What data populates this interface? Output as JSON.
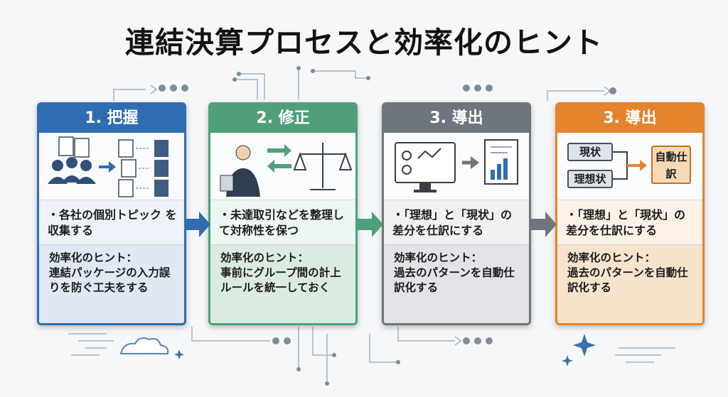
{
  "title": "連結決算プロセスと効率化のヒント",
  "steps": [
    {
      "header": "1. 把握",
      "bullet": "・各社の個別トピック を収集する",
      "hint_title": "効率化のヒント：",
      "hint_body": "連結パッケージの入力誤りを防ぐ工夫をする",
      "color": "#2f6db3"
    },
    {
      "header": "2. 修正",
      "bullet": "・未達取引などを整理して対称性を保つ",
      "hint_title": "効率化のヒント：",
      "hint_body": "事前にグループ間の計上ルールを統一しておく",
      "color": "#4fa07a"
    },
    {
      "header": "3. 導出",
      "bullet": "・「理想」と「現状」の差分を仕訳にする",
      "hint_title": "効率化のヒント：",
      "hint_body": "過去のパターンを自動仕訳化する",
      "color": "#6f757c"
    },
    {
      "header": "3. 導出",
      "bullet": "・「理想」と「現状」の差分を仕訳にする",
      "hint_title": "効率化のヒント：",
      "hint_body": "過去のパターンを自動仕訳化する",
      "color": "#e5842d",
      "diagram": {
        "box_current": "現状",
        "box_ideal": "理想状",
        "box_result": "自動仕訳"
      }
    }
  ]
}
